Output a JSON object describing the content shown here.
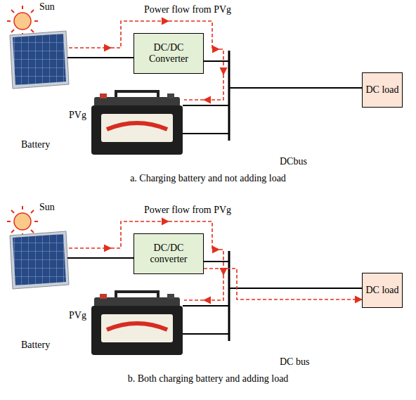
{
  "diagram": {
    "nodes": [
      {
        "text": [
          "DC/DC Converter"
        ]
      },
      {
        "text": [
          "DC load"
        ]
      },
      {
        "text": [
          "DC/DC converter"
        ]
      },
      {
        "text": [
          "DC load"
        ]
      }
    ],
    "edges": [
      {
        "from": 0,
        "to": 1,
        "arrow": "none"
      },
      {
        "from": 2,
        "to": 3,
        "arrow": "none"
      },
      {
        "from": 2,
        "to": 3,
        "arrow": "to"
      }
    ],
    "labels": [
      "Sun",
      "Power flow from PVg",
      "PVg",
      "Battery",
      "DCbus",
      "a. Charging battery and not adding load",
      "Sun",
      "Power flow from PVg",
      "PVg",
      "Battery",
      "DC bus",
      "b. Both charging battery and adding load"
    ]
  }
}
